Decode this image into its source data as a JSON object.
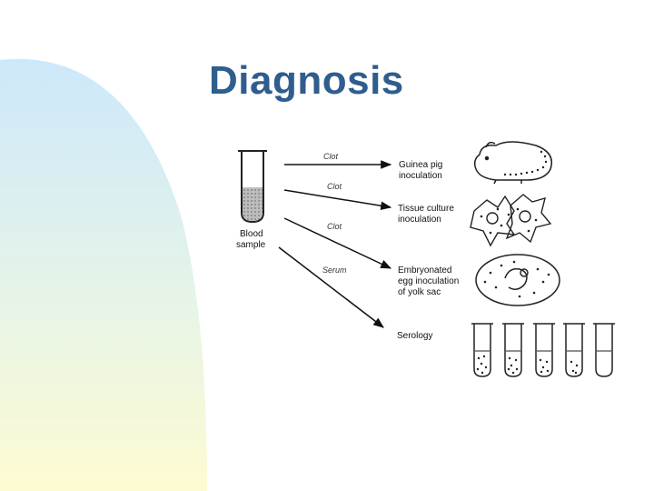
{
  "slide": {
    "title": "Diagnosis",
    "background": {
      "gradient_top": "#cfe8fb",
      "gradient_bottom": "#fdfbd6"
    }
  },
  "diagram": {
    "source_line1": "Blood",
    "source_line2": "sample",
    "arrows": [
      {
        "label": "Clot"
      },
      {
        "label": "Clot"
      },
      {
        "label": "Clot"
      },
      {
        "label": "Serum"
      }
    ],
    "methods": [
      {
        "lines": [
          "Guinea pig",
          "inoculation"
        ]
      },
      {
        "lines": [
          "Tissue culture",
          "inoculation"
        ]
      },
      {
        "lines": [
          "Embryonated",
          "egg inoculation",
          "of yolk sac"
        ]
      },
      {
        "lines": [
          "Serology"
        ]
      }
    ]
  }
}
